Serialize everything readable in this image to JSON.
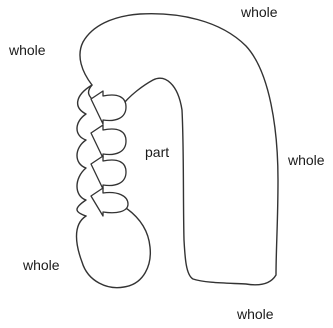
{
  "diagram": {
    "labels": {
      "top_right": "whole",
      "top_left": "whole",
      "right": "whole",
      "inner": "part",
      "bottom_left": "whole",
      "bottom_right": "whole"
    }
  }
}
